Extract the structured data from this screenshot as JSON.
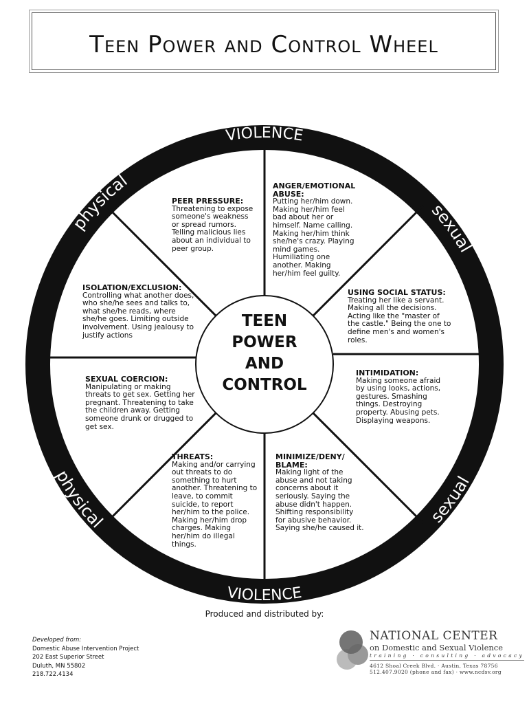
{
  "title": "Teen Power and Control Wheel",
  "ring": {
    "top": "VIOLENCE",
    "bottom": "VIOLENCE",
    "top_left": "physical",
    "top_right": "sexual",
    "bottom_left": "physical",
    "bottom_right": "sexual"
  },
  "center": [
    "TEEN",
    "POWER",
    "AND",
    "CONTROL"
  ],
  "sections": {
    "peer": {
      "heading": "PEER PRESSURE:",
      "text": "Threatening to expose someone's weakness or spread rumors.  Telling malicious lies about an individual to peer group."
    },
    "anger": {
      "heading": "ANGER/EMOTIONAL ABUSE:",
      "text": "Putting her/him down. Making her/him feel bad about her or himself. Name calling.  Making her/him think she/he's crazy.  Playing mind games.  Humiliating one another.  Making her/him feel guilty."
    },
    "isolation": {
      "heading": "ISOLATION/EXCLUSION:",
      "text": "Controlling what another does, who she/he sees and talks to, what she/he reads, where she/he goes.  Limiting outside involvement.  Using jealousy to justify actions"
    },
    "social": {
      "heading": "USING SOCIAL STATUS:",
      "text": "Treating her like a servant. Making all the decisions. Acting like the \"master of the castle.\"  Being the one to define men's and women's roles."
    },
    "coercion": {
      "heading": "SEXUAL COERCION:",
      "text": "Manipulating or making threats to get sex.  Getting her pregnant.  Threatening to take the children away.  Getting someone drunk or drugged to get sex."
    },
    "intimidation": {
      "heading": "INTIMIDATION:",
      "text": "Making someone afraid by using looks, actions, gestures.  Smashing things. Destroying property. Abusing pets.  Displaying weapons."
    },
    "threats": {
      "heading": "THREATS:",
      "text": "Making and/or carrying out threats to do something to hurt another. Threatening to leave, to commit suicide, to report her/him to the police. Making her/him drop charges.  Making her/him do illegal things."
    },
    "minimize": {
      "heading": "MINIMIZE/DENY/ BLAME:",
      "text": "Making light of the abuse and not taking concerns about it seriously.  Saying the abuse didn't happen. Shifting responsibility for abusive behavior.  Saying she/he caused it."
    }
  },
  "footer": {
    "produced": "Produced and distributed by:",
    "developed_label": "Developed from:",
    "dev_lines": [
      "Domestic Abuse Intervention Project",
      "202 East Superior Street",
      "Duluth, MN 55802",
      "218.722.4134"
    ],
    "nc_name": "NATIONAL CENTER",
    "nc_sub": "on Domestic and Sexual Violence",
    "nc_tag": "training  ·  consulting  ·  advocacy",
    "nc_addr": "4612 Shoal Creek Blvd.  ·  Austin, Texas 78756",
    "nc_phone": "512.407.9020 (phone and fax)  ·  www.ncdsv.org"
  }
}
